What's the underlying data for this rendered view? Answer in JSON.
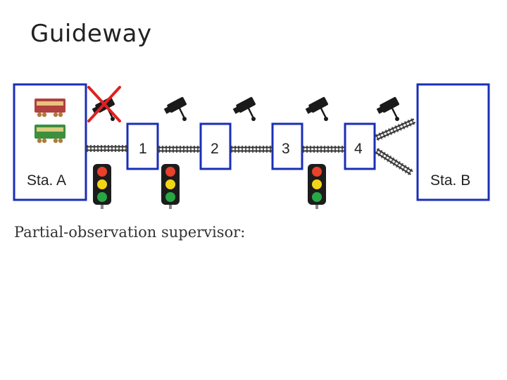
{
  "title": "Guideway",
  "stations": {
    "a_label": "Sta. A",
    "b_label": "Sta. B"
  },
  "segments": [
    "1",
    "2",
    "3",
    "4"
  ],
  "caption": "Partial-observation supervisor:",
  "colors": {
    "box_border": "#1a2eb8",
    "disabled_mark": "#e02020",
    "signal_red": "#e8412c",
    "signal_yellow": "#f2d616",
    "signal_green": "#27a844",
    "train_top": "#b0413e",
    "train_bottom": "#3e8f3e"
  },
  "icons": [
    "train-icon",
    "camera-icon",
    "traffic-light-icon",
    "rail-track-icon",
    "disabled-cross-icon"
  ]
}
